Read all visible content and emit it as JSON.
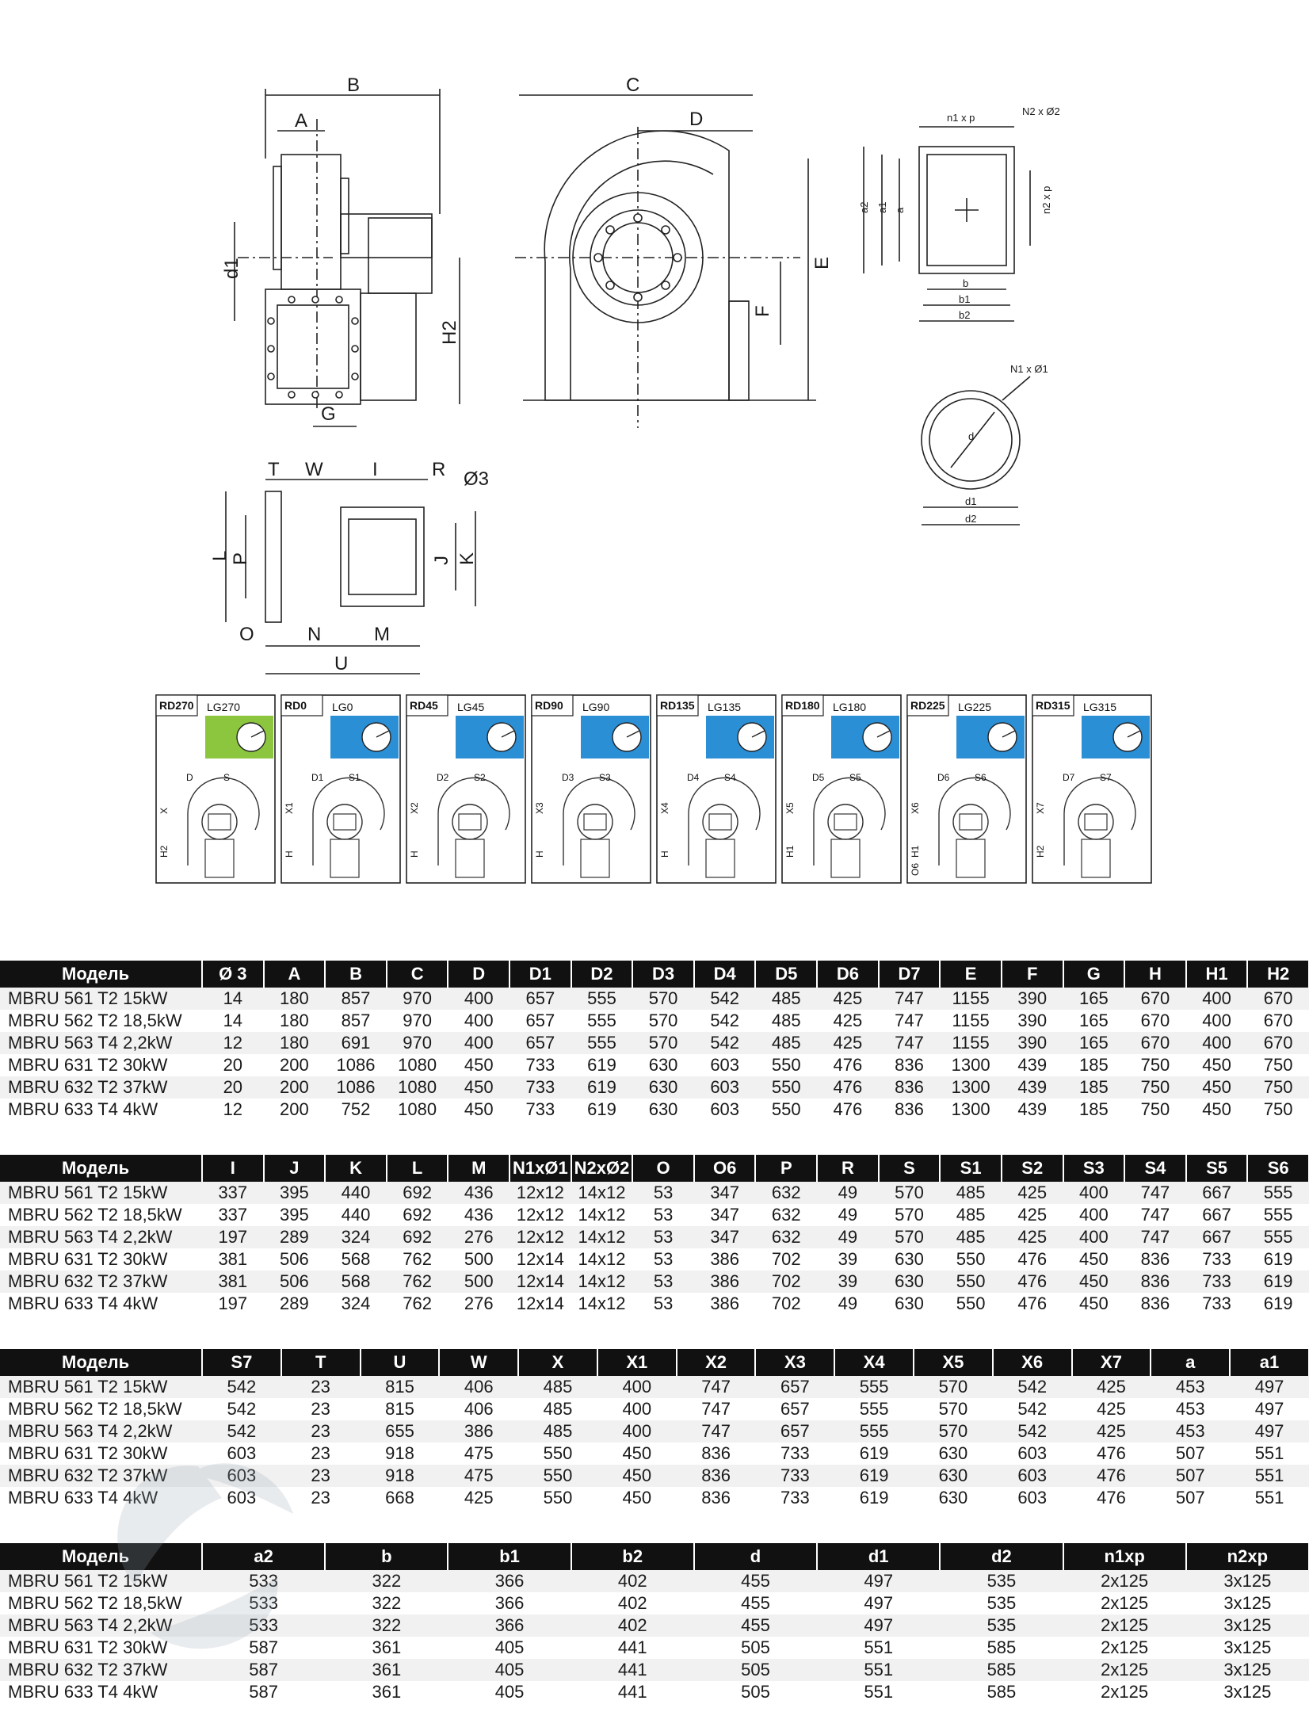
{
  "drawing": {
    "side_view": {
      "B": "B",
      "A": "A",
      "d1": "d1",
      "H2": "H2",
      "G": "G"
    },
    "front_view": {
      "C": "C",
      "D": "D",
      "E": "E",
      "F": "F"
    },
    "rect_flange": {
      "n1xp": "n1 x p",
      "N2xO2": "N2 x Ø2",
      "a2": "a2",
      "a1": "a1",
      "a": "a",
      "n2xp": "n2 x p",
      "b": "b",
      "b1": "b1",
      "b2": "b2"
    },
    "round_flange": {
      "N1xO1": "N1 x Ø1",
      "d": "d",
      "d1": "d1",
      "d2": "d2"
    },
    "base_view": {
      "T": "T",
      "W": "W",
      "I": "I",
      "R": "R",
      "O3": "Ø3",
      "L": "L",
      "P": "P",
      "J": "J",
      "K": "K",
      "O": "O",
      "N": "N",
      "M": "M",
      "U": "U"
    },
    "positions": [
      {
        "rd": "RD270",
        "lg": "LG270",
        "color": "#8cc63f",
        "dims": [
          "D",
          "S",
          "X",
          "H2"
        ]
      },
      {
        "rd": "RD0",
        "lg": "LG0",
        "color": "#2b8fd6",
        "dims": [
          "D1",
          "S1",
          "X1",
          "H"
        ]
      },
      {
        "rd": "RD45",
        "lg": "LG45",
        "color": "#2b8fd6",
        "dims": [
          "D2",
          "S2",
          "X2",
          "H"
        ]
      },
      {
        "rd": "RD90",
        "lg": "LG90",
        "color": "#2b8fd6",
        "dims": [
          "D3",
          "S3",
          "X3",
          "H"
        ]
      },
      {
        "rd": "RD135",
        "lg": "LG135",
        "color": "#2b8fd6",
        "dims": [
          "D4",
          "S4",
          "X4",
          "H"
        ]
      },
      {
        "rd": "RD180",
        "lg": "LG180",
        "color": "#2b8fd6",
        "dims": [
          "D5",
          "S5",
          "X5",
          "H1"
        ]
      },
      {
        "rd": "RD225",
        "lg": "LG225",
        "color": "#2b8fd6",
        "dims": [
          "D6",
          "S6",
          "X6",
          "H1",
          "O6"
        ]
      },
      {
        "rd": "RD315",
        "lg": "LG315",
        "color": "#2b8fd6",
        "dims": [
          "D7",
          "S7",
          "X7",
          "H2"
        ]
      }
    ]
  },
  "tables": [
    {
      "headers": [
        "Модель",
        "Ø 3",
        "A",
        "B",
        "C",
        "D",
        "D1",
        "D2",
        "D3",
        "D4",
        "D5",
        "D6",
        "D7",
        "E",
        "F",
        "G",
        "H",
        "H1",
        "H2"
      ],
      "rows": [
        [
          "MBRU 561 T2 15kW",
          "14",
          "180",
          "857",
          "970",
          "400",
          "657",
          "555",
          "570",
          "542",
          "485",
          "425",
          "747",
          "1155",
          "390",
          "165",
          "670",
          "400",
          "670"
        ],
        [
          "MBRU 562 T2 18,5kW",
          "14",
          "180",
          "857",
          "970",
          "400",
          "657",
          "555",
          "570",
          "542",
          "485",
          "425",
          "747",
          "1155",
          "390",
          "165",
          "670",
          "400",
          "670"
        ],
        [
          "MBRU 563 T4 2,2kW",
          "12",
          "180",
          "691",
          "970",
          "400",
          "657",
          "555",
          "570",
          "542",
          "485",
          "425",
          "747",
          "1155",
          "390",
          "165",
          "670",
          "400",
          "670"
        ],
        [
          "MBRU 631 T2 30kW",
          "20",
          "200",
          "1086",
          "1080",
          "450",
          "733",
          "619",
          "630",
          "603",
          "550",
          "476",
          "836",
          "1300",
          "439",
          "185",
          "750",
          "450",
          "750"
        ],
        [
          "MBRU 632 T2 37kW",
          "20",
          "200",
          "1086",
          "1080",
          "450",
          "733",
          "619",
          "630",
          "603",
          "550",
          "476",
          "836",
          "1300",
          "439",
          "185",
          "750",
          "450",
          "750"
        ],
        [
          "MBRU 633 T4 4kW",
          "12",
          "200",
          "752",
          "1080",
          "450",
          "733",
          "619",
          "630",
          "603",
          "550",
          "476",
          "836",
          "1300",
          "439",
          "185",
          "750",
          "450",
          "750"
        ]
      ]
    },
    {
      "headers": [
        "Модель",
        "I",
        "J",
        "K",
        "L",
        "M",
        "N1xØ1",
        "N2xØ2",
        "O",
        "O6",
        "P",
        "R",
        "S",
        "S1",
        "S2",
        "S3",
        "S4",
        "S5",
        "S6"
      ],
      "rows": [
        [
          "MBRU 561 T2 15kW",
          "337",
          "395",
          "440",
          "692",
          "436",
          "12x12",
          "14x12",
          "53",
          "347",
          "632",
          "49",
          "570",
          "485",
          "425",
          "400",
          "747",
          "667",
          "555"
        ],
        [
          "MBRU 562 T2 18,5kW",
          "337",
          "395",
          "440",
          "692",
          "436",
          "12x12",
          "14x12",
          "53",
          "347",
          "632",
          "49",
          "570",
          "485",
          "425",
          "400",
          "747",
          "667",
          "555"
        ],
        [
          "MBRU 563 T4 2,2kW",
          "197",
          "289",
          "324",
          "692",
          "276",
          "12x12",
          "14x12",
          "53",
          "347",
          "632",
          "49",
          "570",
          "485",
          "425",
          "400",
          "747",
          "667",
          "555"
        ],
        [
          "MBRU 631 T2 30kW",
          "381",
          "506",
          "568",
          "762",
          "500",
          "12x14",
          "14x12",
          "53",
          "386",
          "702",
          "39",
          "630",
          "550",
          "476",
          "450",
          "836",
          "733",
          "619"
        ],
        [
          "MBRU 632 T2 37kW",
          "381",
          "506",
          "568",
          "762",
          "500",
          "12x14",
          "14x12",
          "53",
          "386",
          "702",
          "39",
          "630",
          "550",
          "476",
          "450",
          "836",
          "733",
          "619"
        ],
        [
          "MBRU 633 T4 4kW",
          "197",
          "289",
          "324",
          "762",
          "276",
          "12x14",
          "14x12",
          "53",
          "386",
          "702",
          "49",
          "630",
          "550",
          "476",
          "450",
          "836",
          "733",
          "619"
        ]
      ]
    },
    {
      "headers": [
        "Модель",
        "S7",
        "T",
        "U",
        "W",
        "X",
        "X1",
        "X2",
        "X3",
        "X4",
        "X5",
        "X6",
        "X7",
        "a",
        "a1"
      ],
      "rows": [
        [
          "MBRU 561 T2 15kW",
          "542",
          "23",
          "815",
          "406",
          "485",
          "400",
          "747",
          "657",
          "555",
          "570",
          "542",
          "425",
          "453",
          "497"
        ],
        [
          "MBRU 562 T2 18,5kW",
          "542",
          "23",
          "815",
          "406",
          "485",
          "400",
          "747",
          "657",
          "555",
          "570",
          "542",
          "425",
          "453",
          "497"
        ],
        [
          "MBRU 563 T4 2,2kW",
          "542",
          "23",
          "655",
          "386",
          "485",
          "400",
          "747",
          "657",
          "555",
          "570",
          "542",
          "425",
          "453",
          "497"
        ],
        [
          "MBRU 631 T2 30kW",
          "603",
          "23",
          "918",
          "475",
          "550",
          "450",
          "836",
          "733",
          "619",
          "630",
          "603",
          "476",
          "507",
          "551"
        ],
        [
          "MBRU 632 T2 37kW",
          "603",
          "23",
          "918",
          "475",
          "550",
          "450",
          "836",
          "733",
          "619",
          "630",
          "603",
          "476",
          "507",
          "551"
        ],
        [
          "MBRU 633 T4 4kW",
          "603",
          "23",
          "668",
          "425",
          "550",
          "450",
          "836",
          "733",
          "619",
          "630",
          "603",
          "476",
          "507",
          "551"
        ]
      ]
    },
    {
      "headers": [
        "Модель",
        "a2",
        "b",
        "b1",
        "b2",
        "d",
        "d1",
        "d2",
        "n1xp",
        "n2xp"
      ],
      "rows": [
        [
          "MBRU 561 T2 15kW",
          "533",
          "322",
          "366",
          "402",
          "455",
          "497",
          "535",
          "2x125",
          "3x125"
        ],
        [
          "MBRU 562 T2 18,5kW",
          "533",
          "322",
          "366",
          "402",
          "455",
          "497",
          "535",
          "2x125",
          "3x125"
        ],
        [
          "MBRU 563 T4 2,2kW",
          "533",
          "322",
          "366",
          "402",
          "455",
          "497",
          "535",
          "2x125",
          "3x125"
        ],
        [
          "MBRU 631 T2 30kW",
          "587",
          "361",
          "405",
          "441",
          "505",
          "551",
          "585",
          "2x125",
          "3x125"
        ],
        [
          "MBRU 632 T2 37kW",
          "587",
          "361",
          "405",
          "441",
          "505",
          "551",
          "585",
          "2x125",
          "3x125"
        ],
        [
          "MBRU 633 T4 4kW",
          "587",
          "361",
          "405",
          "441",
          "505",
          "551",
          "585",
          "2x125",
          "3x125"
        ]
      ]
    }
  ]
}
